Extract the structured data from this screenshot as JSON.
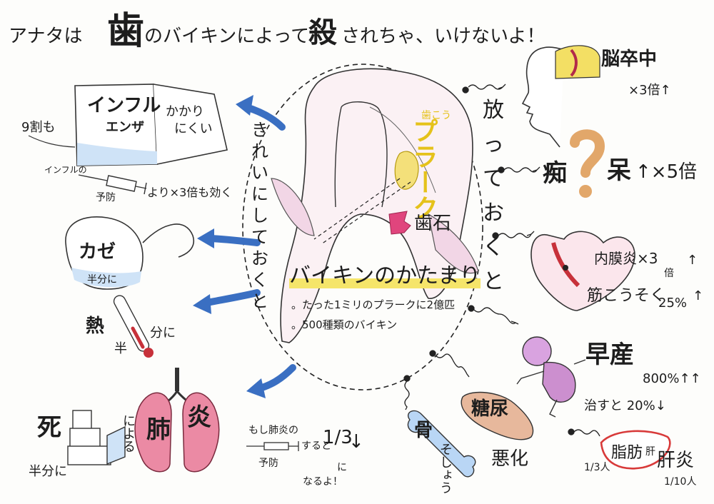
{
  "title": {
    "prefix": "アナタは",
    "tooth": "歯",
    "middle": "のバイキンによって",
    "kill": "殺",
    "suffix": "されちゃ、いけないよ！"
  },
  "center": {
    "plaque_small": "歯こう",
    "plaque": "プラーク",
    "calculus": "歯石",
    "bacteria": "バイキンのかたまり",
    "fact1": "。たった1ミリのプラークに2億匹",
    "fact2": "。500種類のバイキン"
  },
  "left_vertical": [
    "き",
    "れ",
    "い",
    "に",
    "し",
    "て",
    "お",
    "く",
    "と"
  ],
  "right_vertical": [
    "放",
    "っ",
    "て",
    "お",
    "く",
    "と"
  ],
  "influenza": {
    "label1": "インフル",
    "label2": "エンザ",
    "side1": "かかり",
    "side2": "にくい",
    "pct": "9割も",
    "vaccine1": "インフルの",
    "vaccine2": "予防",
    "vaccine3": "より×3倍も効く"
  },
  "cold": {
    "label": "カゼ",
    "half": "半分に"
  },
  "fever": {
    "label": "熱",
    "half1": "半",
    "half2": "分に"
  },
  "death": {
    "label": "死",
    "half": "半分に"
  },
  "pneumonia": {
    "by": "による",
    "lung_left": "肺",
    "lung_right": "炎",
    "note1": "もし肺炎の",
    "note2": "予防",
    "note3": "すると",
    "fraction": "1/3",
    "note4": "に",
    "note5": "なるよ！",
    "down": "↓"
  },
  "stroke": {
    "label": "脳卒中",
    "ratio": "×3倍↑"
  },
  "dementia": {
    "label1": "痴",
    "label2": "呆",
    "ratio": "↑×5倍"
  },
  "heart": {
    "line1": "内膜炎×3",
    "line1b": "倍",
    "line1c": "↑",
    "line2": "筋こうそく",
    "line2b": "25%",
    "line2c": "↑"
  },
  "premature": {
    "label": "早産",
    "ratio": "800%↑↑",
    "treat": "治すと 20%↓"
  },
  "diabetes": {
    "label": "糖尿",
    "worse": "悪化"
  },
  "bone": {
    "label1": "骨",
    "label2": "そしょう"
  },
  "liver": {
    "fat": "脂肪",
    "fat_small": "肝",
    "label": "肝炎",
    "left_ratio": "1/3人",
    "right_ratio": "1/10人"
  },
  "colors": {
    "blue_arrow": "#3a6fc2",
    "plaque": "#e5c21a",
    "calculus": "#e0457d",
    "lung": "#e98aa3",
    "heart": "#e9b0bf",
    "baby": "#cc8fcf",
    "bone": "#a8c8ee",
    "pancreas": "#e4b79a",
    "stroke": "#f3df64",
    "question": "#e2a76a",
    "fever_bar": "#c7313a"
  }
}
